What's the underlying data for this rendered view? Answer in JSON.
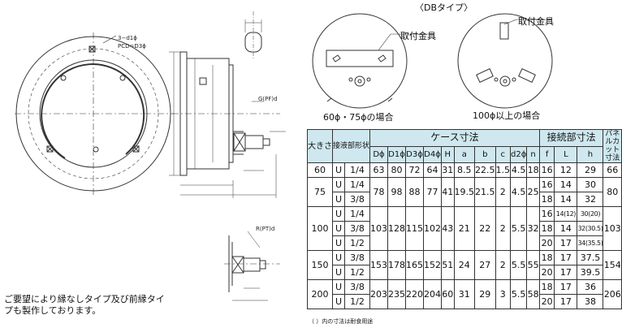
{
  "db_type_title": "〈DBタイプ〉",
  "labels": {
    "mount_a": "取付金具",
    "mount_b": "取付金具",
    "case_a": "60ϕ・75ϕの場合",
    "case_b": "100ϕ以上の場合",
    "holes": "3−d1ϕ",
    "pcd": "PCD=D3ϕ",
    "thread_g": "G(PF)d",
    "thread_r": "R(PT)d"
  },
  "table": {
    "header_size": "大きさ",
    "header_conn": "接液部形状",
    "header_case": "ケース寸法",
    "header_joint": "接続部寸法",
    "header_panel": "パネルカット寸法",
    "cols": [
      "Dϕ",
      "D1ϕ",
      "D3ϕ",
      "D4ϕ",
      "H",
      "a",
      "b",
      "c",
      "d2ϕ",
      "n",
      "f",
      "L",
      "h"
    ],
    "rows": [
      {
        "size": "60",
        "sub": [
          [
            "U",
            "1/4"
          ]
        ],
        "case": [
          "63",
          "80",
          "72",
          "64",
          "31",
          "8.5",
          "22.5",
          "1.5",
          "4.5",
          "18"
        ],
        "joint": [
          [
            "16",
            "12",
            "29"
          ]
        ],
        "panel": "66"
      },
      {
        "size": "75",
        "sub": [
          [
            "U",
            "1/4"
          ],
          [
            "U",
            "3/8"
          ]
        ],
        "case": [
          "78",
          "98",
          "88",
          "77",
          "41",
          "19.5",
          "21.5",
          "2",
          "4.5",
          "25"
        ],
        "joint": [
          [
            "16",
            "14",
            "30"
          ],
          [
            "18",
            "14",
            "32"
          ]
        ],
        "panel": "80"
      },
      {
        "size": "100",
        "sub": [
          [
            "U",
            "1/4"
          ],
          [
            "U",
            "3/8"
          ],
          [
            "U",
            "1/2"
          ]
        ],
        "case": [
          "103",
          "128",
          "115",
          "102",
          "43",
          "21",
          "22",
          "2",
          "5.5",
          "32"
        ],
        "joint": [
          [
            "16",
            "14(12)",
            "30(20)"
          ],
          [
            "18",
            "14",
            "32(30.5)"
          ],
          [
            "20",
            "17",
            "34(35.5)"
          ]
        ],
        "panel": "103"
      },
      {
        "size": "150",
        "sub": [
          [
            "U",
            "3/8"
          ],
          [
            "U",
            "1/2"
          ]
        ],
        "case": [
          "153",
          "178",
          "165",
          "152",
          "51",
          "24",
          "27",
          "2",
          "5.5",
          "55"
        ],
        "joint": [
          [
            "18",
            "17",
            "37.5"
          ],
          [
            "20",
            "17",
            "39.5"
          ]
        ],
        "panel": "154"
      },
      {
        "size": "200",
        "sub": [
          [
            "U",
            "3/8"
          ],
          [
            "U",
            "1/2"
          ]
        ],
        "case": [
          "203",
          "235",
          "220",
          "204",
          "60",
          "31",
          "29",
          "3",
          "5.5",
          "58"
        ],
        "joint": [
          [
            "18",
            "17",
            "36"
          ],
          [
            "20",
            "17",
            "38"
          ]
        ],
        "panel": "206"
      }
    ]
  },
  "note": "ご要望により縁なしタイプ及び前縁タイプも製作しております。",
  "footnote": "（ ）内の寸法は耐食用途"
}
